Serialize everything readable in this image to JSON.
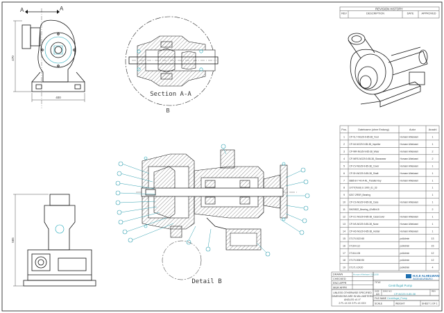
{
  "revision": {
    "title": "REVISION HISTORY",
    "headers": [
      "REV",
      "DESCRIPTION",
      "DATE",
      "APPROVED"
    ]
  },
  "views": {
    "section_label": "Section A-A",
    "detail_b_label": "B",
    "detail_label": "Detail B",
    "cut_a_left": "A",
    "cut_a_right": "A",
    "dim_height": "470",
    "dim_width": "400",
    "dim_side_height": "565"
  },
  "bom": {
    "headers": [
      "Pos.",
      "Dateiname (ohne Endung)",
      "Autor",
      "Anzahl"
    ],
    "rows": [
      {
        "pos": "1",
        "name": "CP-VL7-NG29-9-85-38_Vout",
        "author": "Homam Alhelwani",
        "qty": "1"
      },
      {
        "pos": "2",
        "name": "CP-IM-NG29-9-85-38_Impeller",
        "author": "Homam Alhelwani",
        "qty": "1"
      },
      {
        "pos": "3",
        "name": "CP-WR-NG29-9-85-38_Wear",
        "author": "Homam Alhelwani",
        "qty": "2"
      },
      {
        "pos": "4",
        "name": "CP-WRS-NG29-9-85-38_Stanzwear",
        "author": "Homam Alhelwani",
        "qty": "2"
      },
      {
        "pos": "5",
        "name": "CP-CV-NG29-9-85-38_Cover",
        "author": "Homam Alhelwani",
        "qty": "1"
      },
      {
        "pos": "6",
        "name": "CP-SH-NG29-9-85-38_Shaft",
        "author": "Homam Alhelwani",
        "qty": "1"
      },
      {
        "pos": "7",
        "name": "6885-8-7-40-A-NL_Parallel Key",
        "author": "Homam Alhelwani",
        "qty": "1"
      },
      {
        "pos": "8",
        "name": "LKTT(Todd) U 1000_d1_33",
        "author": "",
        "qty": "1"
      },
      {
        "pos": "9",
        "name": "6207-2RSR_Bearing",
        "author": "",
        "qty": "1"
      },
      {
        "pos": "10",
        "name": "CP-CS-NG29-9-85-38_Case",
        "author": "Homam Alhelwani",
        "qty": "1"
      },
      {
        "pos": "11",
        "name": "BH20822_Bearing_42x80x18",
        "author": "",
        "qty": "2"
      },
      {
        "pos": "12",
        "name": "CP-CC-NG29-9-85-38_CaseCover",
        "author": "Homam Alhelwani",
        "qty": "1"
      },
      {
        "pos": "13",
        "name": "CP-NS-NG29-9-85-38_Nose",
        "author": "Homam Alhelwani",
        "qty": "1"
      },
      {
        "pos": "14",
        "name": "CP-HD-NG29-9-85-38_Holder",
        "author": "Homam Alhelwani",
        "qty": "1"
      },
      {
        "pos": "15",
        "name": "07170-512X45",
        "author": "polAdmin",
        "qty": "13"
      },
      {
        "pos": "16",
        "name": "07164-112",
        "author": "polAdmin",
        "qty": "15"
      },
      {
        "pos": "17",
        "name": "07164-106",
        "author": "polAdmin",
        "qty": "12"
      },
      {
        "pos": "18",
        "name": "07170-506X30",
        "author": "polAdmin",
        "qty": "12"
      },
      {
        "pos": "19",
        "name": "07171-10X20",
        "author": "polAdmin",
        "qty": "4"
      }
    ]
  },
  "title_block": {
    "left_labels": [
      "DRAWN",
      "CHECKED",
      "ENG APPR",
      "MGR APPR"
    ],
    "drawn_value": "Homam Alhelwani 21/10/08",
    "notes": [
      "UNLESS OTHERWISE SPECIFIED",
      "DIMENSIONS ARE IN MILLIMETERS",
      "ANGLES ±X.X°",
      "2 PL ±X.XX 3 PL ±X.XXX"
    ],
    "company": "H.K.E ALHELWANI",
    "company_sub": "INGENIEURBÜRO",
    "title_caption": "TITLE",
    "title": "Centrifugal Pump",
    "size_caption": "SIZE",
    "size": "A3",
    "dwg_caption": "DWG NO",
    "dwg": "CP-NG29-9-85-38",
    "file_caption": "FILE NAME",
    "file": "Centrifugal_Pump",
    "rev_caption": "REV",
    "scale_caption": "SCALE",
    "weight_caption": "WEIGHT",
    "sheet": "SHEET 1 OF 1"
  }
}
